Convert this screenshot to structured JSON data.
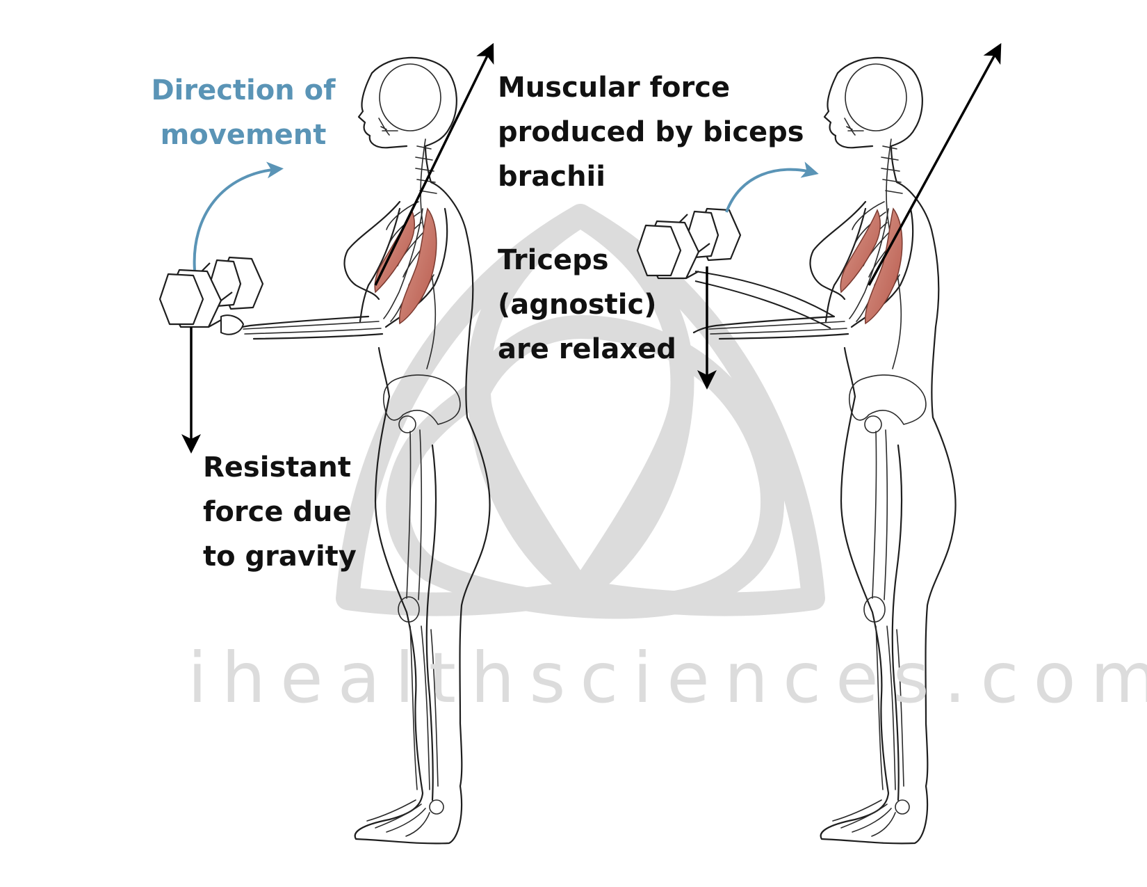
{
  "labels": {
    "direction": [
      "Direction of",
      "movement"
    ],
    "muscular": [
      "Muscular force",
      "produced by biceps",
      "brachii"
    ],
    "triceps": [
      "Triceps",
      "(agnostic)",
      "are relaxed"
    ],
    "resistant": [
      "Resistant",
      "force due",
      "to gravity"
    ]
  },
  "watermark": {
    "text": "ihealthsciences.com"
  },
  "colors": {
    "movement_arrow": "#5a94b6",
    "force_arrow": "#000000",
    "muscle": "#c97a6e",
    "watermark": "#dcdcdc",
    "outline": "#1e1e1e"
  }
}
